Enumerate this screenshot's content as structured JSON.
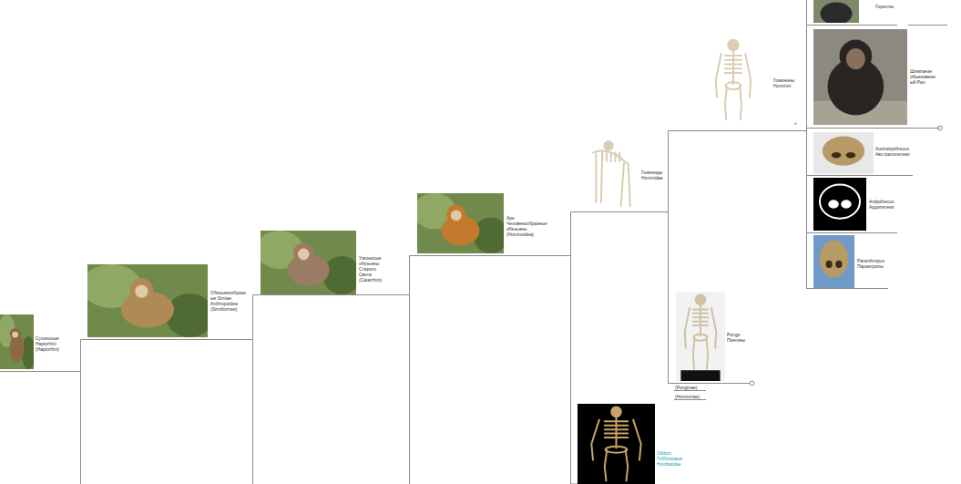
{
  "diagram": {
    "nodes": [
      {
        "text": [
          "Сухоносые Haplorhini (Haplorhini)"
        ]
      },
      {
        "text": [
          "Обезьянообразные Simiae Anthropoidea (Simiiformes)"
        ]
      },
      {
        "text": [
          "Узконосые обезьяны Старого Света (Catarrhini)"
        ]
      },
      {
        "text": [
          "Ape Человекообразные обезьяны (Hominoidea)"
        ]
      },
      {
        "text": [
          "Гоминиды Hominidae"
        ]
      },
      {
        "text": [
          "Гоминины Hominini"
        ]
      },
      {
        "text": [
          "Гориллы"
        ]
      },
      {
        "text": [
          "Шимпанзе обыкновенный Pan"
        ]
      },
      {
        "text": [
          "Australopithecus Австралопитеки"
        ]
      },
      {
        "text": [
          "Ardipithecus Ардипитеки"
        ]
      },
      {
        "text": [
          "Paranthropus Парантропы"
        ]
      },
      {
        "text": [
          "Pongo Понгины"
        ]
      },
      {
        "text": [
          "Gibbon Гиббоновые Hylobatidae"
        ]
      }
    ],
    "edges": [
      {
        "from": 0,
        "to": 1,
        "arrow": "none"
      },
      {
        "from": 1,
        "to": 2,
        "arrow": "none"
      },
      {
        "from": 2,
        "to": 3,
        "arrow": "none"
      },
      {
        "from": 3,
        "to": 4,
        "arrow": "none"
      },
      {
        "from": 3,
        "to": 12,
        "arrow": "none"
      },
      {
        "from": 4,
        "to": 5,
        "arrow": "none"
      },
      {
        "from": 4,
        "to": 11,
        "arrow": "none"
      },
      {
        "from": 5,
        "to": 6,
        "arrow": "none"
      },
      {
        "from": 5,
        "to": 7,
        "arrow": "none"
      },
      {
        "from": 5,
        "to": 8,
        "arrow": "none"
      },
      {
        "from": 5,
        "to": 9,
        "arrow": "none"
      },
      {
        "from": 5,
        "to": 10,
        "arrow": "none"
      }
    ],
    "labels": [
      "(Ponginae)",
      "(Homininae)"
    ]
  }
}
